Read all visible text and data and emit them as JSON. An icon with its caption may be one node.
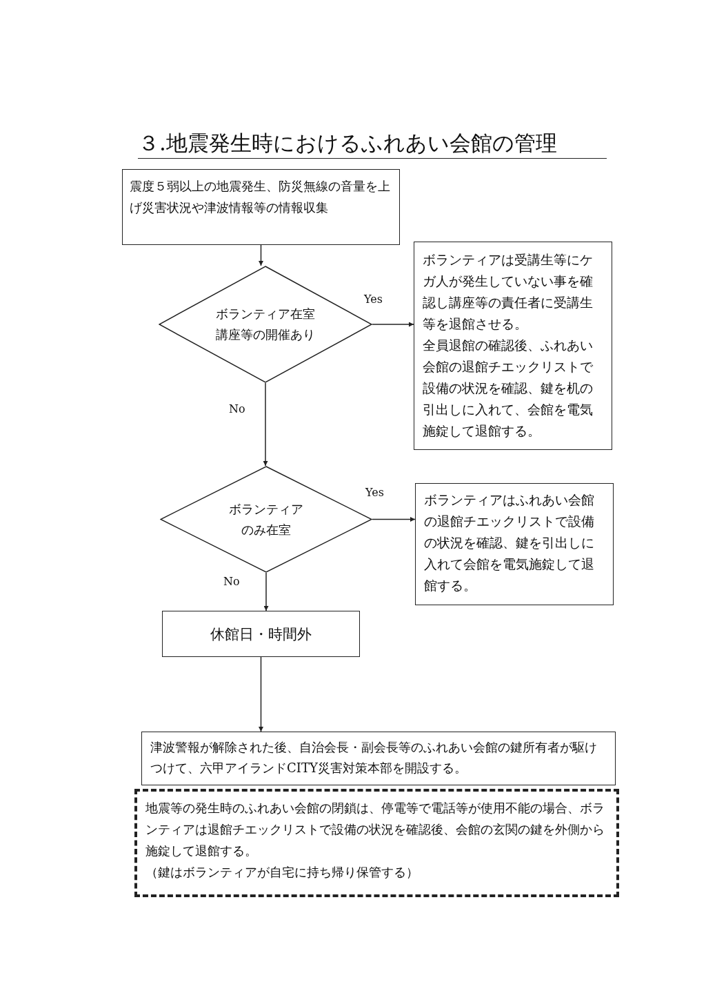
{
  "diagram": {
    "title": "３.地震発生時におけるふれあい会館の管理",
    "nodes": [
      {
        "text": [
          "震度５弱以上の地震発生、防災無線の音量を上げ災害状況や津波情報等の情報収集"
        ]
      },
      {
        "text": [
          "ボランティア在室講座等の開催あり"
        ]
      },
      {
        "text": [
          "ボランティアは受講生等にケガ人が発生していない事を確認し講座等の責任者に受講生等を退館させる。",
          "全員退館の確認後、ふれあい会館の退館チエックリストで設備の状況を確認、鍵を机の引出しに入れて、会館を電気施錠して退館する。"
        ]
      },
      {
        "text": [
          "ボランティアのみ在室"
        ]
      },
      {
        "text": [
          "ボランティアはふれあい会館の退館チエックリストで設備の状況を確認、鍵を引出しに入れて会館を電気施錠して退館する。"
        ]
      },
      {
        "text": [
          "休館日・時間外"
        ]
      },
      {
        "text": [
          "津波警報が解除された後、自治会長・副会長等のふれあい会館の鍵所有者が駆けつけて、六甲アイランドCITY災害対策本部を開設する。"
        ]
      },
      {
        "text": [
          "地震等の発生時のふれあい会館の閉鎖は、停電等で電話等が使用不能の場合、ボランティアは退館チエックリストで設備の状況を確認後、会館の玄関の鍵を外側から施錠して退館する。",
          "（鍵はボランティアが自宅に持ち帰り保管する）"
        ]
      }
    ],
    "edges": [
      {
        "from": 0,
        "to": 1,
        "arrow": "to"
      },
      {
        "from": 1,
        "to": 2,
        "arrow": "to",
        "label": "Yes"
      },
      {
        "from": 1,
        "to": 3,
        "arrow": "to",
        "label": "No"
      },
      {
        "from": 3,
        "to": 4,
        "arrow": "to",
        "label": "Yes"
      },
      {
        "from": 3,
        "to": 5,
        "arrow": "to",
        "label": "No"
      },
      {
        "from": 5,
        "to": 6,
        "arrow": "to"
      }
    ]
  }
}
